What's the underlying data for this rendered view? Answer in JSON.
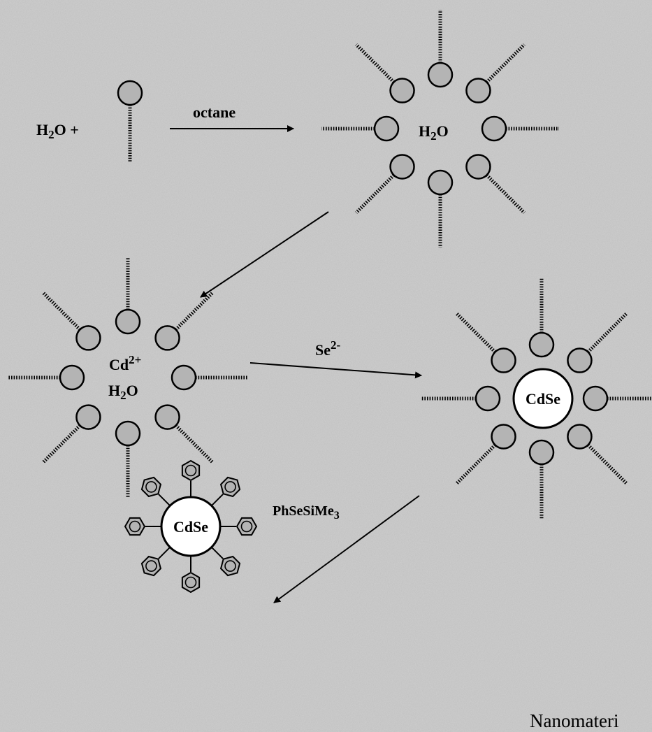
{
  "colors": {
    "background": "#cfcfcf",
    "head_fill": "#b4b4b4",
    "core_fill": "#ffffff",
    "stroke": "#000000"
  },
  "labels": {
    "reactant_water": "H",
    "reactant_water_sub": "2",
    "reactant_water_tail": "O +",
    "step1_reagent": "octane",
    "micelle1_core_h": "H",
    "micelle1_core_sub": "2",
    "micelle1_core_o": "O",
    "micelle2_cd": "Cd",
    "micelle2_cd_sup": "2+",
    "micelle2_h": "H",
    "micelle2_sub": "2",
    "micelle2_o": "O",
    "step2_reagent": "Se",
    "step2_reagent_sup": "2-",
    "micelle3_core": "CdSe",
    "step3_reagent": "PhSeSiMe",
    "step3_reagent_sub": "3",
    "product_core": "CdSe",
    "caption": "Nanomateri"
  },
  "icons": [
    "surfactant-head-icon",
    "phenyl-ring-icon",
    "arrow-icon"
  ]
}
